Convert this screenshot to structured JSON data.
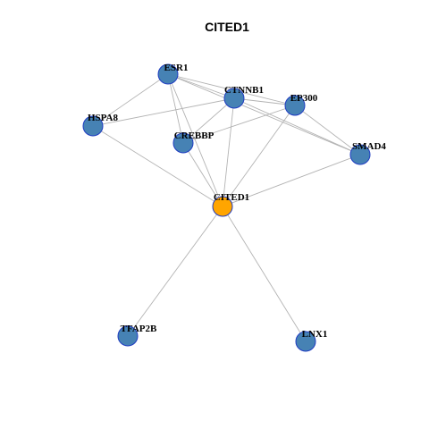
{
  "title": "CITED1",
  "colors": {
    "default_node_fill": "#4682b4",
    "center_node_fill": "#ffa500",
    "node_stroke": "#1f3cc2",
    "edge": "#b3b3b3",
    "background": "#ffffff"
  },
  "nodes": [
    {
      "id": "ESR1",
      "label": "ESR1",
      "center": false
    },
    {
      "id": "CTNNB1",
      "label": "CTNNB1",
      "center": false
    },
    {
      "id": "EP300",
      "label": "EP300",
      "center": false
    },
    {
      "id": "HSPA8",
      "label": "HSPA8",
      "center": false
    },
    {
      "id": "CREBBP",
      "label": "CREBBP",
      "center": false
    },
    {
      "id": "SMAD4",
      "label": "SMAD4",
      "center": false
    },
    {
      "id": "CITED1",
      "label": "CITED1",
      "center": true
    },
    {
      "id": "TFAP2B",
      "label": "TFAP2B",
      "center": false
    },
    {
      "id": "LNX1",
      "label": "LNX1",
      "center": false
    }
  ],
  "edges": [
    [
      "ESR1",
      "CTNNB1"
    ],
    [
      "ESR1",
      "EP300"
    ],
    [
      "ESR1",
      "HSPA8"
    ],
    [
      "ESR1",
      "CREBBP"
    ],
    [
      "ESR1",
      "CITED1"
    ],
    [
      "ESR1",
      "SMAD4"
    ],
    [
      "CTNNB1",
      "HSPA8"
    ],
    [
      "CTNNB1",
      "EP300"
    ],
    [
      "CTNNB1",
      "CREBBP"
    ],
    [
      "CTNNB1",
      "SMAD4"
    ],
    [
      "CTNNB1",
      "CITED1"
    ],
    [
      "EP300",
      "CREBBP"
    ],
    [
      "EP300",
      "SMAD4"
    ],
    [
      "EP300",
      "CITED1"
    ],
    [
      "HSPA8",
      "CITED1"
    ],
    [
      "CREBBP",
      "CITED1"
    ],
    [
      "SMAD4",
      "CITED1"
    ],
    [
      "CITED1",
      "TFAP2B"
    ],
    [
      "CITED1",
      "LNX1"
    ]
  ]
}
